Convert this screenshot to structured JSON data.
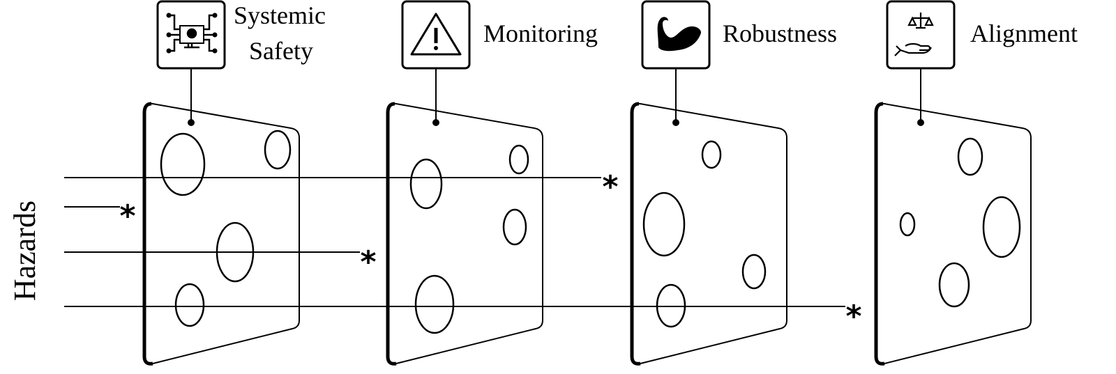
{
  "axis_label": "Hazards",
  "layers": [
    {
      "label_lines": [
        "Systemic",
        "Safety"
      ],
      "icon": "skull-monitor-network-icon"
    },
    {
      "label_lines": [
        "Monitoring"
      ],
      "icon": "warning-triangle-icon"
    },
    {
      "label_lines": [
        "Robustness"
      ],
      "icon": "black-swan-icon"
    },
    {
      "label_lines": [
        "Alignment"
      ],
      "icon": "scales-hand-icon"
    }
  ],
  "hazard_marker": "*"
}
